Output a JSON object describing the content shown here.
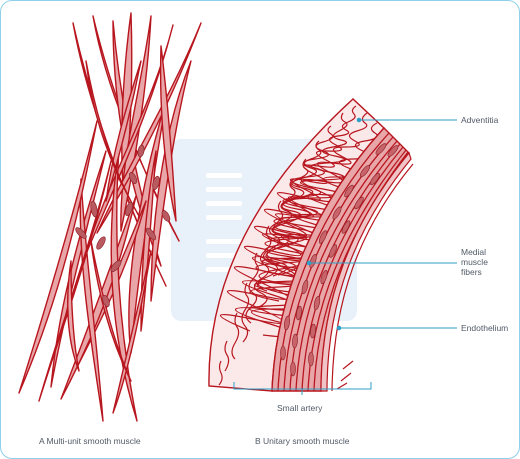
{
  "labels": {
    "adventitia": "Adventitia",
    "medial_line1": "Medial",
    "medial_line2": "muscle",
    "medial_line3": "fibers",
    "endothelium": "Endothelium",
    "small_artery": "Small artery"
  },
  "captions": {
    "a": "A Multi-unit smooth muscle",
    "b": "B Unitary smooth muscle"
  },
  "colors": {
    "fiber_fill": "#e8a6a8",
    "fiber_stroke": "#b8161f",
    "nucleus": "#b85a60",
    "adventitia_bg": "#fbe9ea",
    "watermark": "#dde9f7",
    "frame": "#8fd0ea"
  }
}
